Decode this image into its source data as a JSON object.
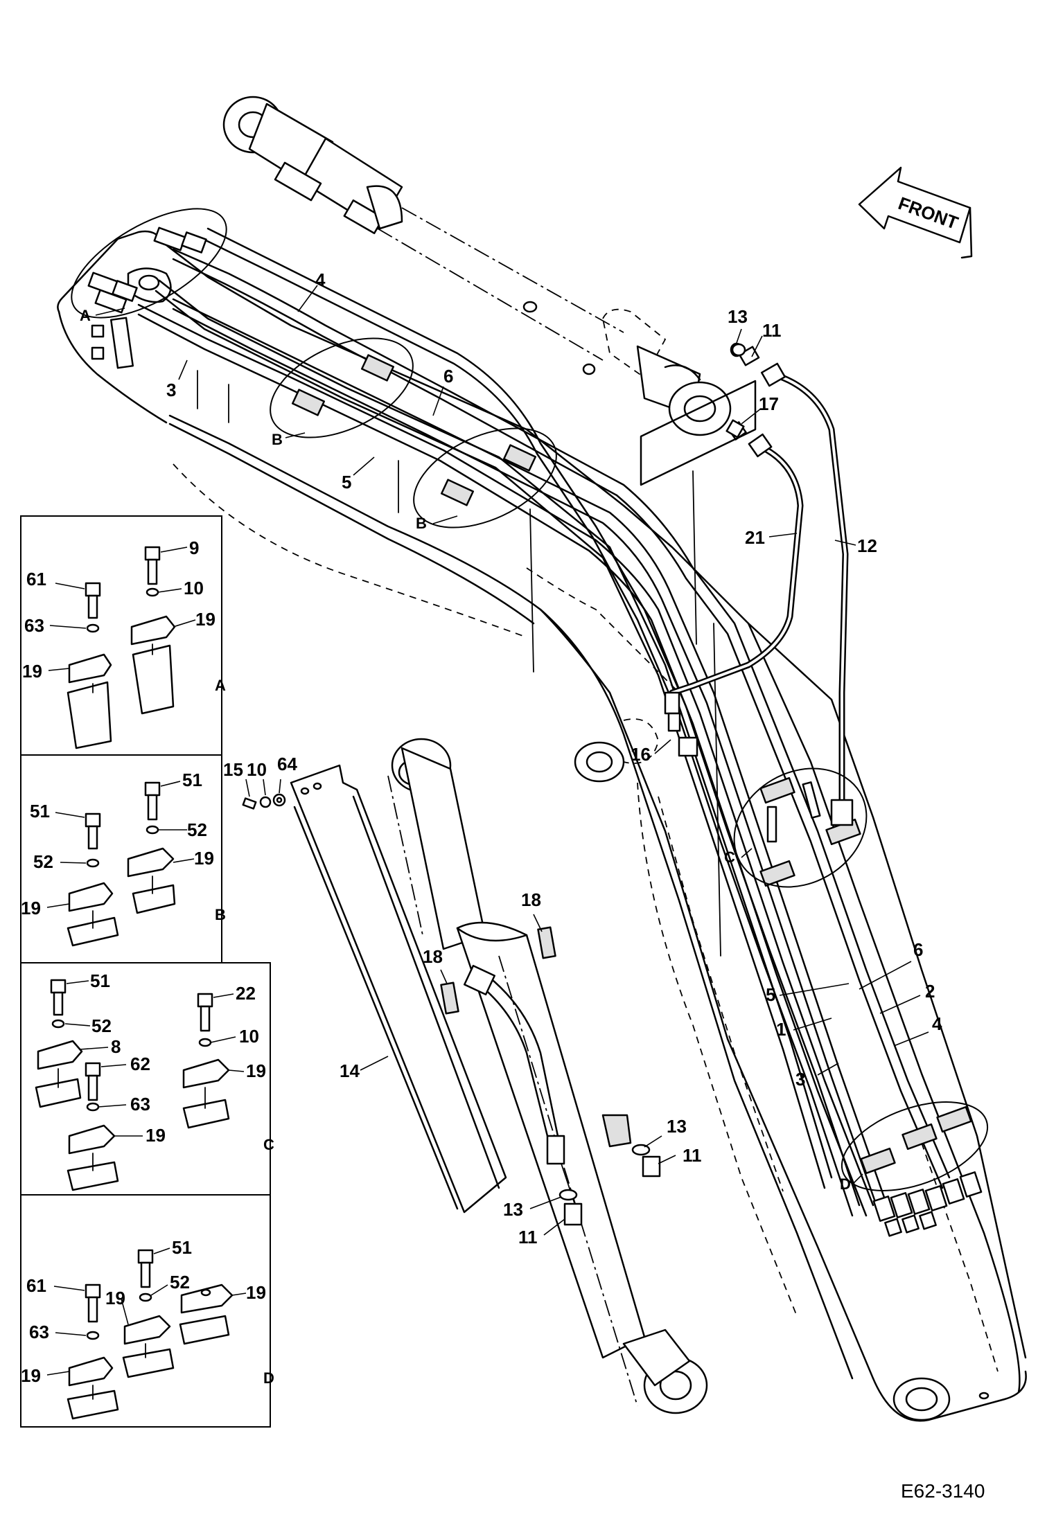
{
  "drawing_code": "E62-3140",
  "front_label": "FRONT",
  "detail_letters": [
    "A",
    "B",
    "C",
    "D"
  ],
  "callouts": {
    "c1": "1",
    "c2": "2",
    "c3": "3",
    "c4": "4",
    "c5": "5",
    "c6": "6",
    "c8": "8",
    "c9": "9",
    "c10": "10",
    "c11": "11",
    "c12": "12",
    "c13": "13",
    "c14": "14",
    "c15": "15",
    "c16": "16",
    "c17": "17",
    "c18": "18",
    "c19": "19",
    "c21": "21",
    "c22": "22",
    "c51": "51",
    "c52": "52",
    "c61": "61",
    "c62": "62",
    "c63": "63",
    "c64": "64"
  },
  "panels": {
    "A": {
      "letter": "A"
    },
    "B": {
      "letter": "B"
    },
    "C": {
      "letter": "C"
    },
    "D": {
      "letter": "D"
    }
  }
}
